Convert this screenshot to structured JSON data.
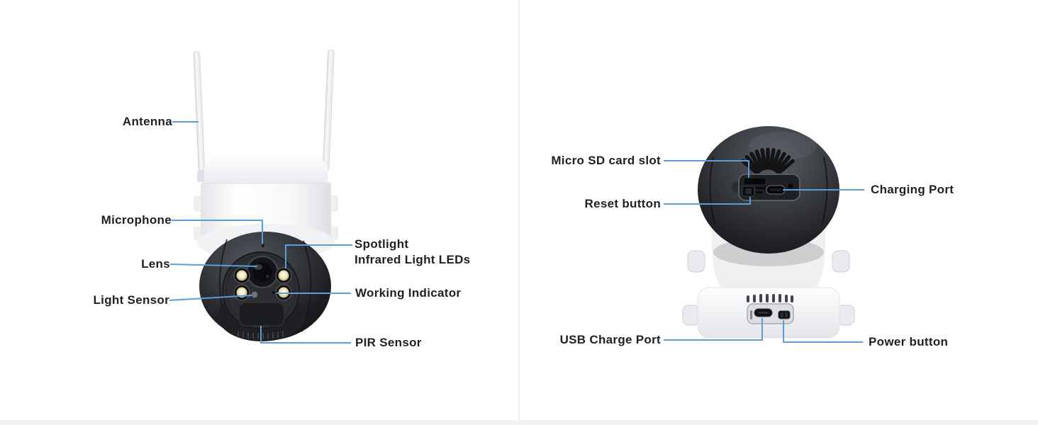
{
  "theme": {
    "accent_color": "#5C9CDB",
    "text_color": "#1F2023",
    "divider_color": "#EDEDEE",
    "strip_color": "#F1F2F3",
    "camera_dark_body": "#2C2E32",
    "camera_white_body": "#F4F5F7"
  },
  "front_view": {
    "labels": {
      "antenna": "Antenna",
      "microphone": "Microphone",
      "lens": "Lens",
      "light_sensor": "Light Sensor",
      "spotlight_line1": "Spotlight",
      "spotlight_line2": "Infrared Light LEDs",
      "working_indicator": "Working Indicator",
      "pir_sensor": "PIR Sensor"
    }
  },
  "back_view": {
    "labels": {
      "micro_sd": "Micro SD card slot",
      "reset": "Reset button",
      "charging_port": "Charging Port",
      "usb_charge_port": "USB Charge Port",
      "power_button": "Power button"
    }
  }
}
